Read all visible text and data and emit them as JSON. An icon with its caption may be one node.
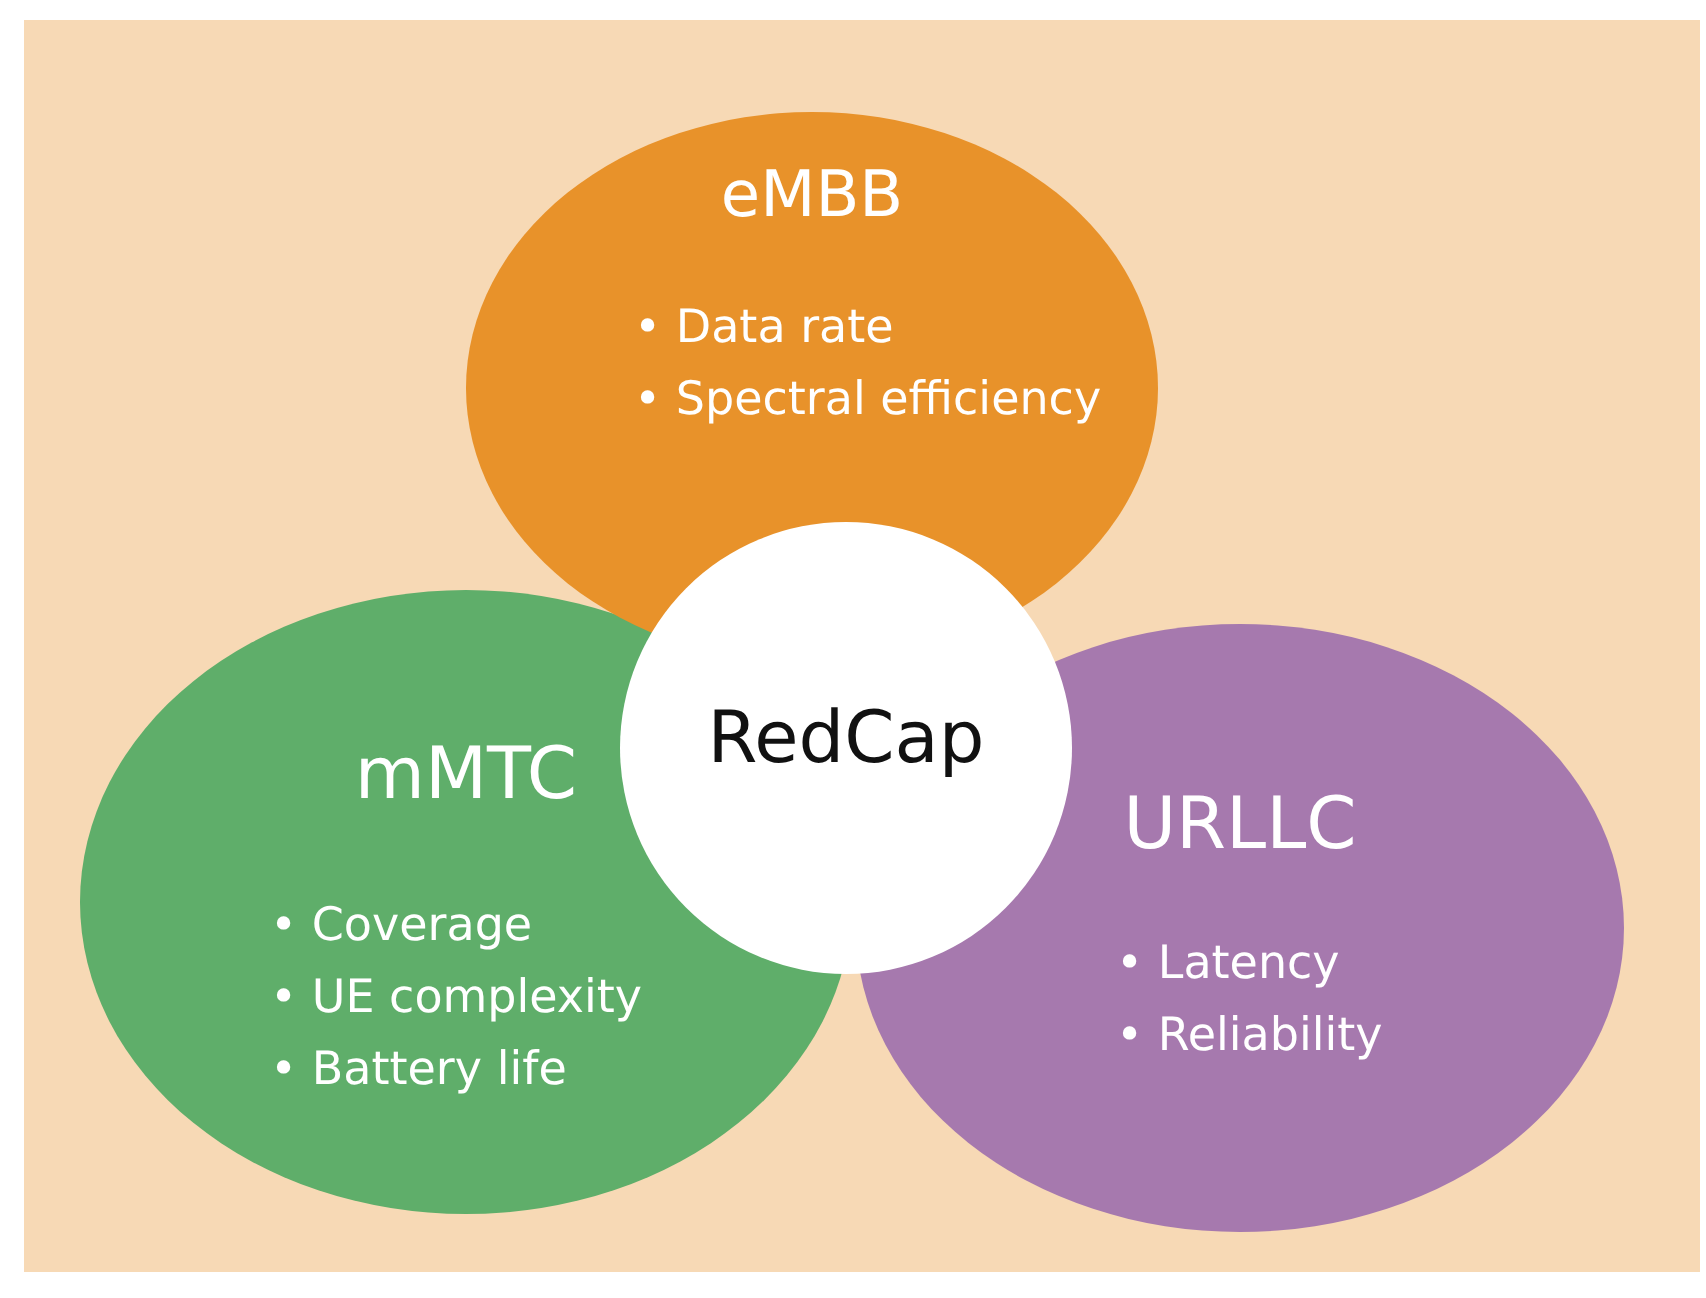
{
  "diagram": {
    "nodes": [
      {
        "text": [
          "mMTC",
          "• Coverage",
          "• UE complexity",
          "• Battery life"
        ]
      },
      {
        "text": [
          "URLLC",
          "• Latency",
          "• Reliability"
        ]
      },
      {
        "text": [
          "eMBB",
          "• Data rate",
          "• Spectral efficiency"
        ]
      },
      {
        "text": [
          "RedCap"
        ]
      }
    ]
  }
}
